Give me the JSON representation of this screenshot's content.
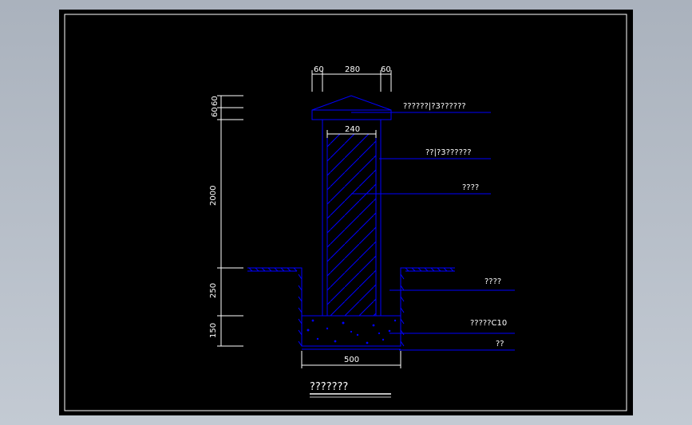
{
  "colors": {
    "background": "#000000",
    "line": "#0000ff",
    "text": "#ffffff",
    "frame": "#ffffff"
  },
  "drawing": {
    "title": "???????",
    "dims": {
      "cap_left": "60",
      "top_width": "280",
      "cap_right": "60",
      "column_width": "240",
      "footing_width": "500",
      "v_cap_1": "60",
      "v_cap_2": "60",
      "v_height": "2000",
      "v_depth": "250",
      "v_footing": "150"
    },
    "labels": {
      "cap_note": "??????|?3??????",
      "finish_note": "??|?3??????",
      "column_note": "????",
      "backfill_note": "????",
      "concrete_note": "?????C10",
      "base_note": "??"
    }
  }
}
